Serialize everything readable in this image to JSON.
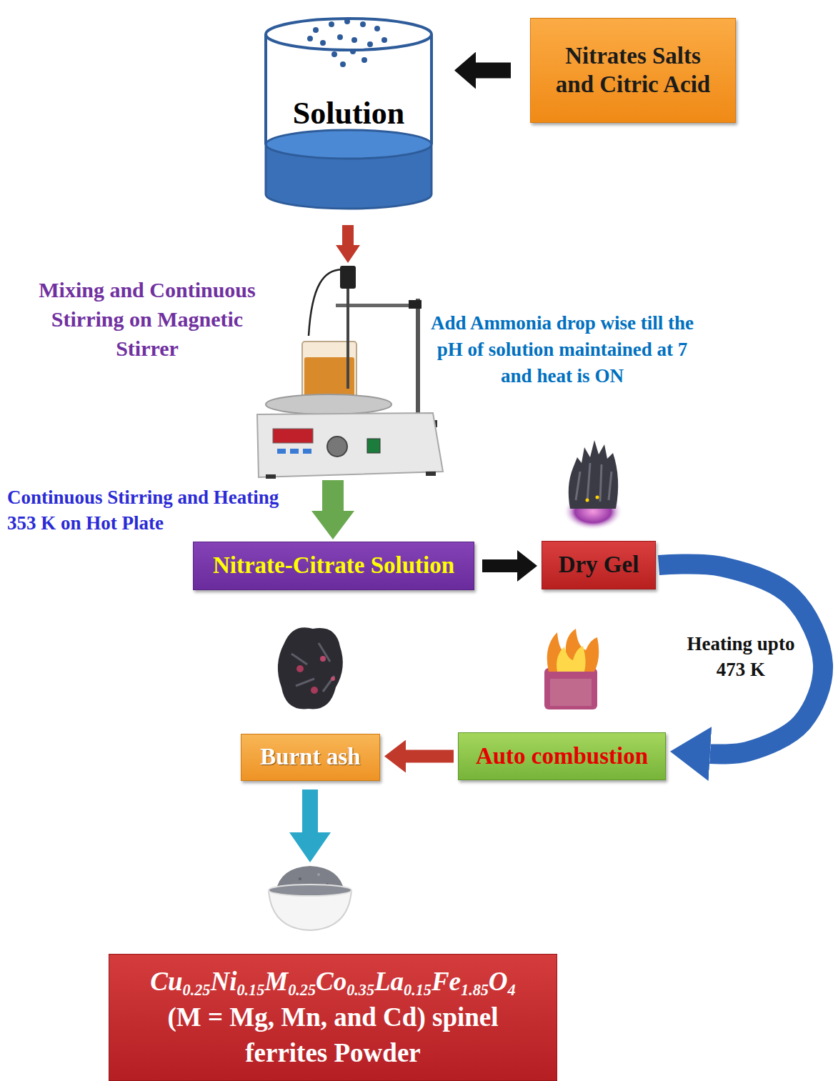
{
  "diagram": {
    "nodes": [
      {
        "text": [
          "Solution"
        ]
      },
      {
        "text": [
          "Nitrates Salts and Citric Acid"
        ]
      },
      {
        "text": [
          "Nitrate-Citrate Solution"
        ]
      },
      {
        "text": [
          "Dry Gel"
        ]
      },
      {
        "text": [
          "Burnt ash"
        ]
      },
      {
        "text": [
          "Auto combustion"
        ]
      },
      {
        "text": [
          "Cu0.25Ni0.15M0.25Co0.35La0.15Fe1.85O4 (M = Mg, Mn, and Cd) spinel ferrites Powder"
        ]
      }
    ],
    "edges": [
      {
        "from": 1,
        "to": 0,
        "arrow": "to"
      },
      {
        "from": 2,
        "to": 3,
        "arrow": "to"
      },
      {
        "from": 3,
        "to": 5,
        "label": "Heating upto 473 K",
        "arrow": "to"
      },
      {
        "from": 5,
        "to": 4,
        "arrow": "to"
      }
    ],
    "labels": [
      "Mixing and Continuous Stirring on Magnetic Stirrer",
      "Add Ammonia drop wise till the pH of solution maintained at 7 and heat is ON",
      "Continuous Stirring and Heating 353 K on Hot Plate"
    ]
  }
}
